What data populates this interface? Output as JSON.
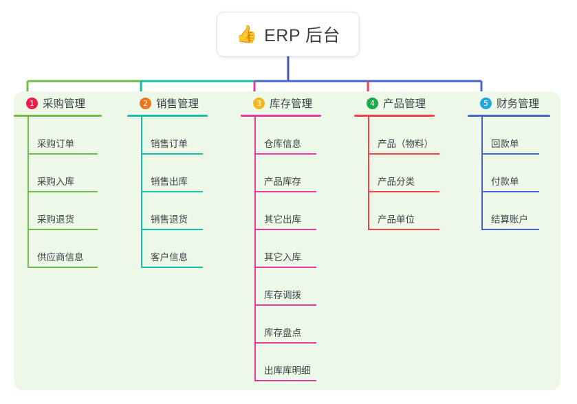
{
  "root": {
    "emoji": "👍",
    "emoji_name": "thumbs-up-icon",
    "title": "ERP 后台"
  },
  "palette": {
    "page_background": "#ffffff",
    "panel_background": "#edf8e8",
    "card_background": "#ffffff",
    "text": "#3b3f46",
    "root_stem": "#4455b8"
  },
  "columns": [
    {
      "number": "1",
      "title": "采购管理",
      "color": "#72b84a",
      "badge_color": "#ed1c4a",
      "items": [
        {
          "label": "采购订单"
        },
        {
          "label": "采购入库"
        },
        {
          "label": "采购退货"
        },
        {
          "label": "供应商信息"
        }
      ]
    },
    {
      "number": "2",
      "title": "销售管理",
      "color": "#14bfa6",
      "badge_color": "#f0761e",
      "items": [
        {
          "label": "销售订单"
        },
        {
          "label": "销售出库"
        },
        {
          "label": "销售退货"
        },
        {
          "label": "客户信息"
        }
      ]
    },
    {
      "number": "3",
      "title": "库存管理",
      "color": "#e6399b",
      "badge_color": "#f5b717",
      "items": [
        {
          "label": "仓库信息"
        },
        {
          "label": "产品库存"
        },
        {
          "label": "其它出库"
        },
        {
          "label": "其它入库"
        },
        {
          "label": "库存调拨"
        },
        {
          "label": "库存盘点"
        },
        {
          "label": "出库库明细"
        }
      ]
    },
    {
      "number": "4",
      "title": "产品管理",
      "color": "#f2414b",
      "badge_color": "#17ad4a",
      "items": [
        {
          "label": "产品（物料）"
        },
        {
          "label": "产品分类"
        },
        {
          "label": "产品单位"
        }
      ]
    },
    {
      "number": "5",
      "title": "财务管理",
      "color": "#4466cc",
      "badge_color": "#21a7e0",
      "items": [
        {
          "label": "回款单"
        },
        {
          "label": "付款单"
        },
        {
          "label": "结算账户"
        }
      ]
    }
  ]
}
